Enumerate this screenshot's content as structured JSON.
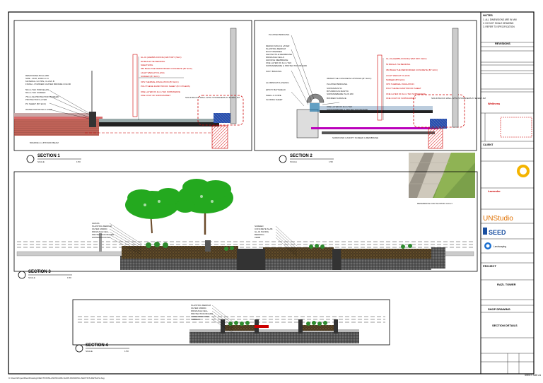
{
  "sections": [
    {
      "title": "SECTION 1",
      "scale": "1:50"
    },
    {
      "title": "SECTION 2",
      "scale": "1:50"
    },
    {
      "title": "SECTION 3",
      "scale": "1:50"
    },
    {
      "title": "SECTION 4",
      "scale": "1:50"
    }
  ],
  "scale_word": "SCALE",
  "reference_caption": "REFERENCE FOR SLOPING GULLY",
  "section1_notes": {
    "left": [
      "REMOVABLE BOLLARD",
      "SIZE - 2190, 1000mm ht",
      "MATERIAL:GI PIPE, CLASS B",
      "FINISH - POWDER COATED BRONZE COLOR",
      "50mm THK PORCELAIN",
      "50mm THK SCREED",
      "75mm thk PROTECTION SCREED",
      "PROTECTION LAYER",
      "PU SHEET (BY ECC)",
      "WATER PROOFING LAYER",
      "500x800mm UPSTAND BEAM"
    ],
    "right": [
      "GL-01 (HERB/LOCKING) WET DRY (SHC)",
      "50 BRAHA TIE BEDDING",
      "SHEATHING",
      "350 BAHA THE REINFORCED CONCRETE (BY ECC)",
      "LIGHT WEIGHT FILLING",
      "SCREED (BY ECC)",
      "XPS THERMAL INSULATION (BY ECC)",
      "POLYTHENE DAMP PROOF SHEET (BY OTHERS)",
      "ONE LAYER OF 4mm THK SOPRAWAVE",
      "ONE COAT OF SOPRASOMET"
    ],
    "callout": "SOLID BLOCK WALL WITH STIFFENERS AT EVERY 4M"
  },
  "section2_notes": {
    "left": [
      "PLASTER BRIDGING",
      "DESIGN MULCH LAYER",
      "PLANTING MEDIUM",
      "ROOT BARRIER",
      "GEOTEXTILE MEMBRANE",
      "DRAINAGE CELLS",
      "GROOVE MEMBRANE",
      "ONE LAYER OF 4mm THK",
      "SOPRAREBAME & PROTECTION BOARD",
      "SOFT BRAKING",
      "ALUMINIUM FLASHING",
      "EPOXY BAYSHIELD",
      "SHELL & CORE",
      "FLORIDA SHEET"
    ],
    "mid": [
      "350MM THE CONCRETE UPSTAND (BY ECC)",
      "PLASTER BRIDGING",
      "SOPRAMASTIC",
      "BITUMINOUS MASTIC",
      "SOPRAREBAME PLUS 180",
      "BONDED SURFACE",
      "ONE LAYER OF 4mm THK",
      "SOPRAREBAME & PROTECTION BOARD"
    ],
    "right": [
      "GL-01 (HERB/LOCKING) WET DRY (SHC)",
      "50 BRAHA TIE BEDDING",
      "350 BAHA THE REINFORCED CONCRETE (BY ECC)",
      "LIGHT WEIGHT FILLING",
      "SCREED (BY ECC)",
      "XPS THERMAL INSULATION",
      "POLYTHENE DAMP PROOF SHEET",
      "ONE LAYER OF 4mm THK SOPRAWAVE",
      "ONE COAT OF SOPRASOMET"
    ],
    "callout": "SOLID BLOCK WALL WITH STIFFENERS AT EVERY 4M",
    "bottom": "SURROUND CANOPY SCREED & MEMBRANE"
  },
  "section3_notes": [
    "GRASS",
    "PLANTING MEDIUM",
    "FILTER FABRIC",
    "DRAINAGE CELL",
    "PROTECTION BOARD",
    "WATERPROOFING",
    "SCREED",
    "CONCRETE SLAB",
    "GL-01 PAVING",
    "BEDDING",
    "KERB"
  ],
  "section4_notes": [
    "PLANTING MEDIUM",
    "FILTER FABRIC",
    "DRAINAGE CELL",
    "PROTECTION BOARD",
    "WATERPROOFING",
    "SCREED"
  ],
  "titleblock": {
    "notes_head": "NOTES",
    "notes": [
      "1. ALL DIMENSIONS ARE IN MM",
      "2. DO NOT SCALE DRAWING",
      "3. REFER TO SPECIFICATION"
    ],
    "revision_head": "REVISIONS",
    "client_head": "CLIENT",
    "consultant": "UNStudio",
    "seed": "SEED",
    "project_head": "PROJECT",
    "project": "RAZL TOWER",
    "drawing_type": "SHOP DRAWING",
    "drawing_title": "SECTION DETAILS",
    "company_a": "Wellness",
    "company_b": "Lavender",
    "company_c": "Landscaping"
  },
  "footer_left": "C:\\Users\\ProjectFiles\\Drawings\\SECTIONS\\LANDSCAPE-SHOP-DRAWING-SECTION-DETAILS.dwg",
  "footer_right": "SHEET SIZE A1"
}
